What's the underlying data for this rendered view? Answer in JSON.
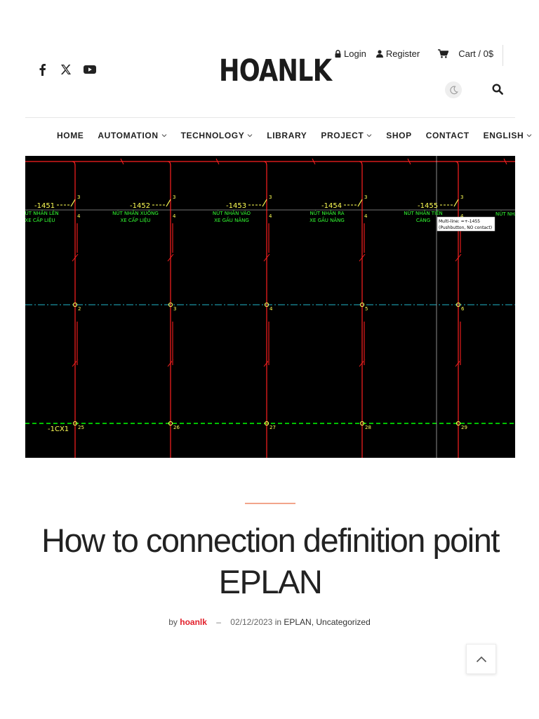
{
  "header": {
    "social": [
      "facebook-icon",
      "x-twitter-icon",
      "youtube-icon"
    ],
    "logo": "HOANLK",
    "login_label": "Login",
    "register_label": "Register",
    "cart_label": "Cart / 0$"
  },
  "nav": {
    "items": [
      {
        "label": "HOME",
        "dropdown": false
      },
      {
        "label": "AUTOMATION",
        "dropdown": true
      },
      {
        "label": "TECHNOLOGY",
        "dropdown": true
      },
      {
        "label": "LIBRARY",
        "dropdown": false
      },
      {
        "label": "PROJECT",
        "dropdown": true
      },
      {
        "label": "SHOP",
        "dropdown": false
      },
      {
        "label": "CONTACT",
        "dropdown": false
      },
      {
        "label": "ENGLISH",
        "dropdown": true
      }
    ]
  },
  "figure": {
    "devices": [
      "-1451",
      "-1452",
      "-1453",
      "-1454",
      "-1455"
    ],
    "captions": [
      [
        "NÚT NHẤN LÊN",
        "XE CẤP LIỆU"
      ],
      [
        "NÚT NHẤN XUỐNG",
        "XE CẤP LIỆU"
      ],
      [
        "NÚT NHẤN VÀO",
        "XE GẦU NÂNG"
      ],
      [
        "NÚT NHẤN RA",
        "XE GẦU NÂNG"
      ],
      [
        "NÚT NHẤN TIẾN",
        "CÀNG"
      ]
    ],
    "top_terms": [
      "3",
      "3",
      "3",
      "3",
      "3"
    ],
    "bottom_terms": [
      "4",
      "4",
      "4",
      "4",
      "4"
    ],
    "mid_nodes": [
      "2",
      "3",
      "4",
      "5",
      "6"
    ],
    "bus_nodes": [
      "25",
      "26",
      "27",
      "28",
      "29"
    ],
    "bus_label": "-1CX1",
    "tooltip_line1": "Multi-line: =+-1455",
    "tooltip_line2": "(Pushbutton, NO contact)",
    "partial_caption": "NÚT NHẤ"
  },
  "article": {
    "title": "How to connection definition point EPLAN",
    "by_label": "by",
    "author": "hoanlk",
    "separator": "–",
    "date": "02/12/2023",
    "in_label": "in",
    "categories": "EPLAN, Uncategorized"
  },
  "colors": {
    "accent": "#f2a58b",
    "author": "#e2202c",
    "wire": "#ff2020",
    "device": "#ffff55",
    "caption": "#33ff33",
    "bus": "#00ff00",
    "cyan_line": "#1fb3c9"
  }
}
